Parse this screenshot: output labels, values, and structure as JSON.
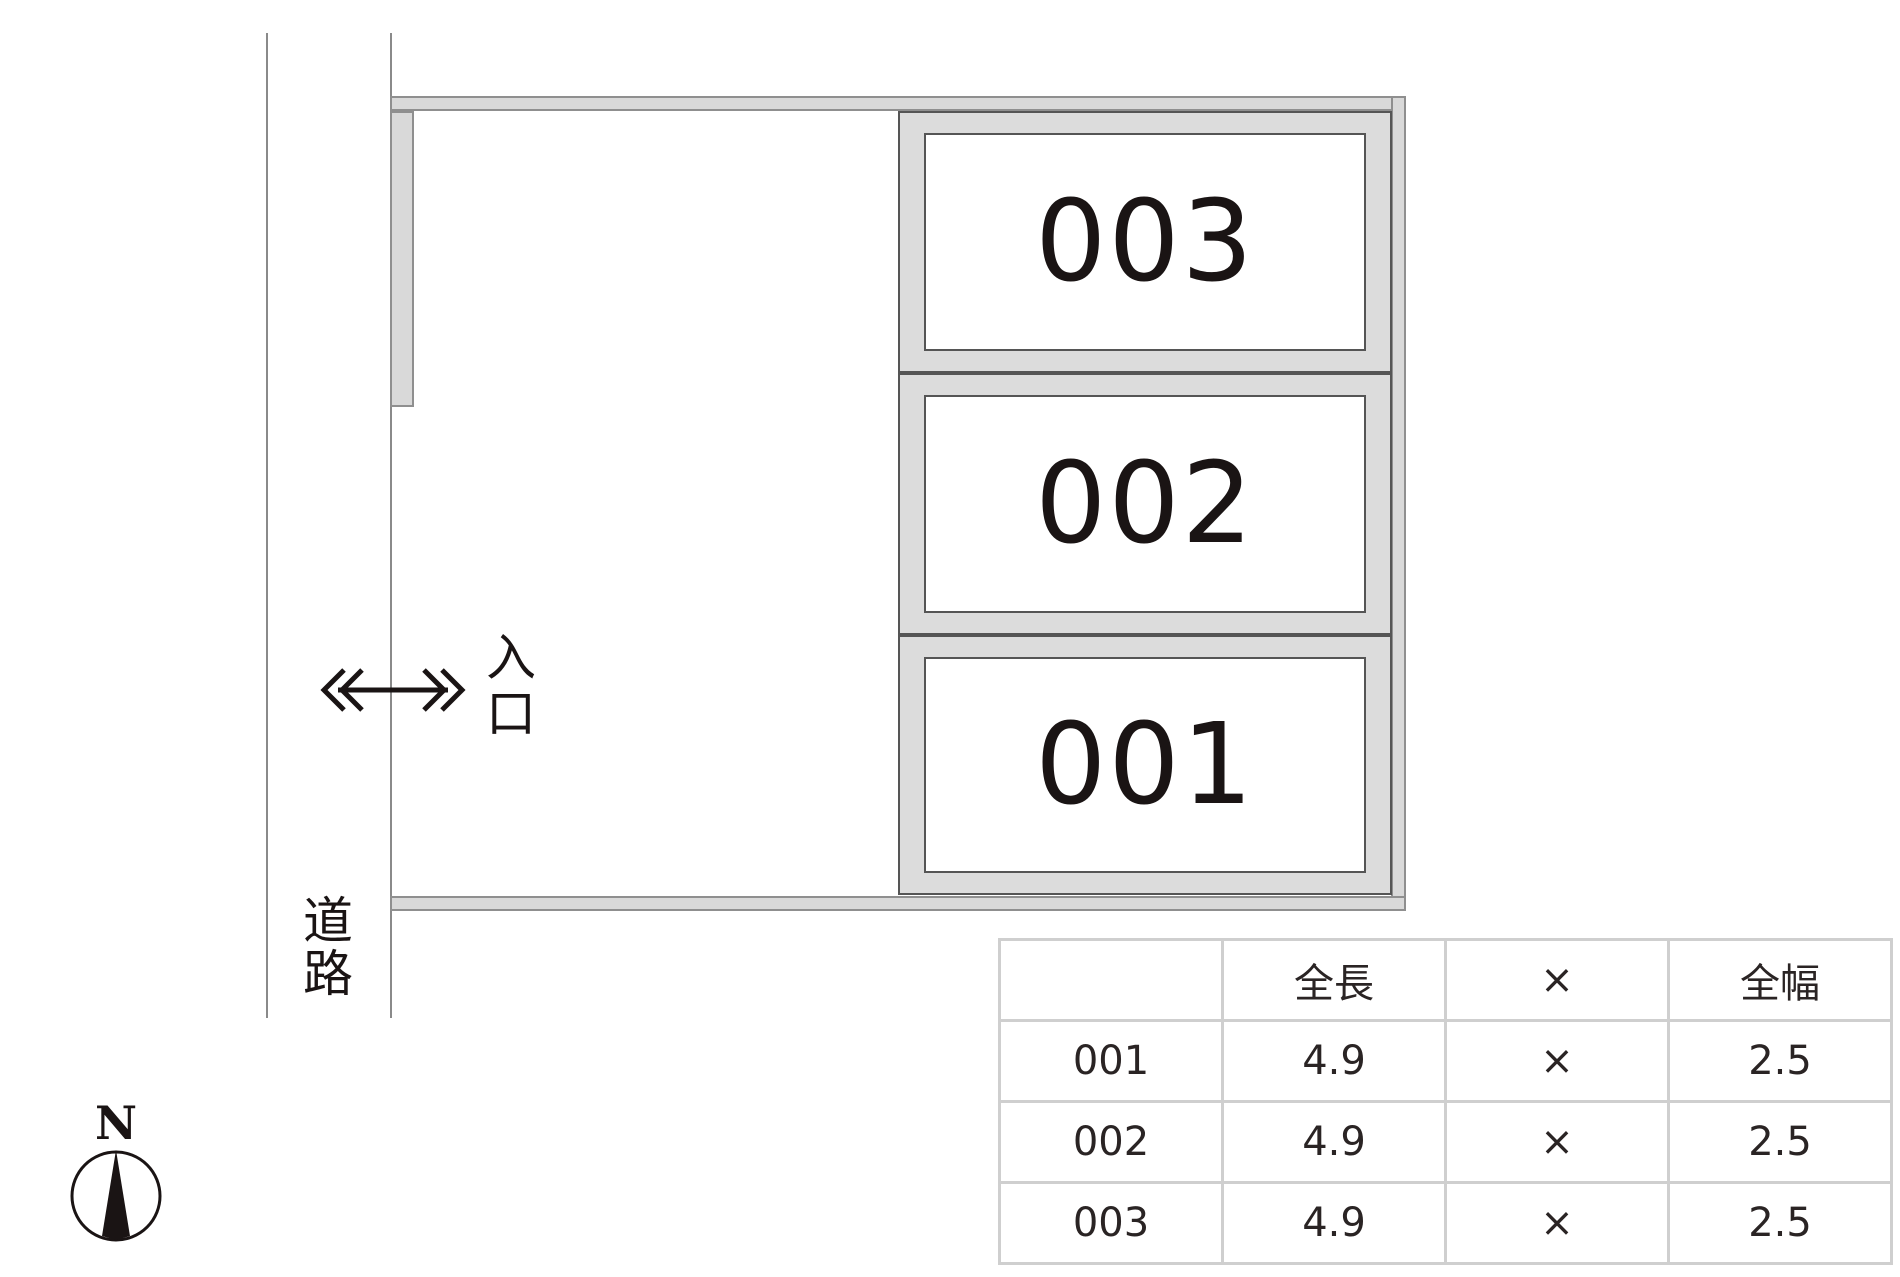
{
  "road": {
    "label_line1": "道",
    "label_line2": "路"
  },
  "entrance": {
    "label_line1": "入",
    "label_line2": "口"
  },
  "bays": [
    {
      "label": "003"
    },
    {
      "label": "002"
    },
    {
      "label": "001"
    }
  ],
  "compass": {
    "label": "N"
  },
  "table": {
    "header": [
      "",
      "全長",
      "×",
      "全幅"
    ],
    "rows": [
      [
        "001",
        "4.9",
        "×",
        "2.5"
      ],
      [
        "002",
        "4.9",
        "×",
        "2.5"
      ],
      [
        "003",
        "4.9",
        "×",
        "2.5"
      ]
    ]
  }
}
